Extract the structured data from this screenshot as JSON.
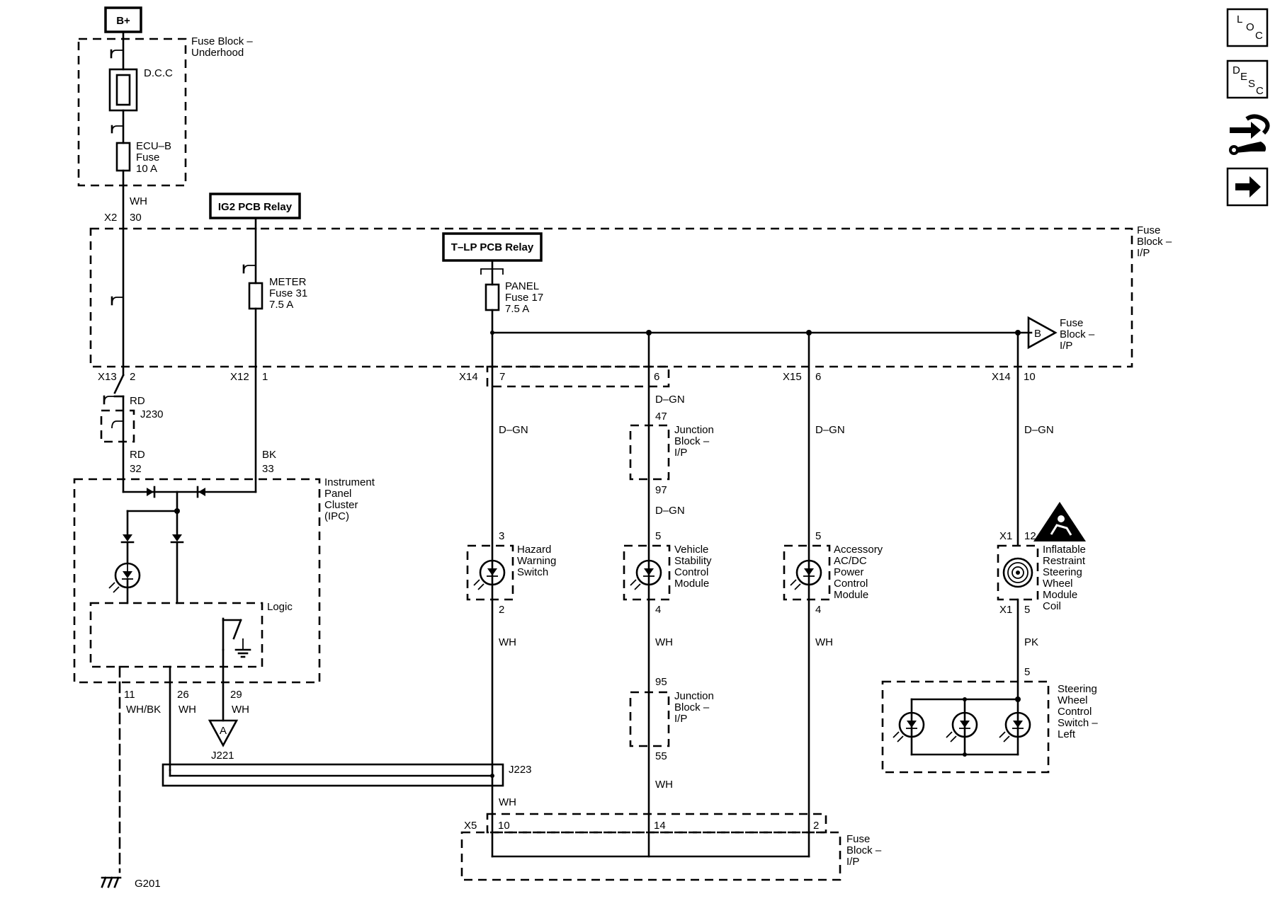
{
  "labels": {
    "b_plus": "B+",
    "fuse_block_underhood_1": "Fuse Block –",
    "fuse_block_underhood_2": "Underhood",
    "dcc": "D.C.C",
    "ecu_b_1": "ECU–B",
    "ecu_b_2": "Fuse",
    "ecu_b_3": "10 A",
    "wh": "WH",
    "x2": "X2",
    "pin_30": "30",
    "ig2_relay": "IG2 PCB Relay",
    "tlp_relay": "T–LP PCB Relay",
    "fuse_block_ip_1": "Fuse",
    "fuse_block_ip_2": "Block –",
    "fuse_block_ip_3": "I/P",
    "meter_1": "METER",
    "meter_2": "Fuse 31",
    "meter_3": "7.5 A",
    "panel_1": "PANEL",
    "panel_2": "Fuse 17",
    "panel_3": "7.5 A",
    "offpage_b": "B",
    "fb_b_1": "Fuse",
    "fb_b_2": "Block –",
    "fb_b_3": "I/P",
    "x13": "X13",
    "pin_2": "2",
    "x12": "X12",
    "pin_1": "1",
    "x14a": "X14",
    "pin_7": "7",
    "pin_6a": "6",
    "x15": "X15",
    "pin_6b": "6",
    "x14b": "X14",
    "pin_10a": "10",
    "rd1": "RD",
    "j230": "J230",
    "rd2": "RD",
    "pin_32": "32",
    "bk": "BK",
    "pin_33": "33",
    "dgn_a": "D–GN",
    "dgn_b": "D–GN",
    "pin_47": "47",
    "jb1_1": "Junction",
    "jb1_2": "Block –",
    "jb1_3": "I/P",
    "pin_97": "97",
    "dgn_c": "D–GN",
    "dgn_d": "D–GN",
    "dgn_e": "D–GN",
    "ipc_1": "Instrument",
    "ipc_2": "Panel",
    "ipc_3": "Cluster",
    "ipc_4": "(IPC)",
    "logic": "Logic",
    "pin_3": "3",
    "hz_1": "Hazard",
    "hz_2": "Warning",
    "hz_3": "Switch",
    "pin_2b": "2",
    "pin_5a": "5",
    "vsc_1": "Vehicle",
    "vsc_2": "Stability",
    "vsc_3": "Control",
    "vsc_4": "Module",
    "pin_4a": "4",
    "pin_5b": "5",
    "acc_1": "Accessory",
    "acc_2": "AC/DC",
    "acc_3": "Power",
    "acc_4": "Control",
    "acc_5": "Module",
    "pin_4b": "4",
    "x1a": "X1",
    "pin_12": "12",
    "ir_1": "Inflatable",
    "ir_2": "Restraint",
    "ir_3": "Steering",
    "ir_4": "Wheel",
    "ir_5": "Module",
    "ir_6": "Coil",
    "x1b": "X1",
    "pin_5c": "5",
    "wh_a": "WH",
    "wh_b": "WH",
    "wh_c": "WH",
    "pk": "PK",
    "pin_5d": "5",
    "sw_1": "Steering",
    "sw_2": "Wheel",
    "sw_3": "Control",
    "sw_4": "Switch –",
    "sw_5": "Left",
    "pin_95": "95",
    "jb2_1": "Junction",
    "jb2_2": "Block –",
    "jb2_3": "I/P",
    "pin_55": "55",
    "wh_d": "WH",
    "pin_11": "11",
    "whbk": "WH/BK",
    "pin_26": "26",
    "wh_e": "WH",
    "pin_29": "29",
    "wh_f": "WH",
    "offpage_a": "A",
    "j221": "J221",
    "j223": "J223",
    "wh_g": "WH",
    "x5": "X5",
    "pin_10b": "10",
    "pin_14": "14",
    "pin_2c": "2",
    "fb_bot_1": "Fuse",
    "fb_bot_2": "Block –",
    "fb_bot_3": "I/P",
    "g201": "G201"
  },
  "nav": {
    "loc": [
      "L",
      "O",
      "C"
    ],
    "desc": [
      "D",
      "E",
      "S",
      "C"
    ],
    "tools_icon": "wrench-arrow-icon",
    "next_icon": "right-arrow-icon"
  }
}
